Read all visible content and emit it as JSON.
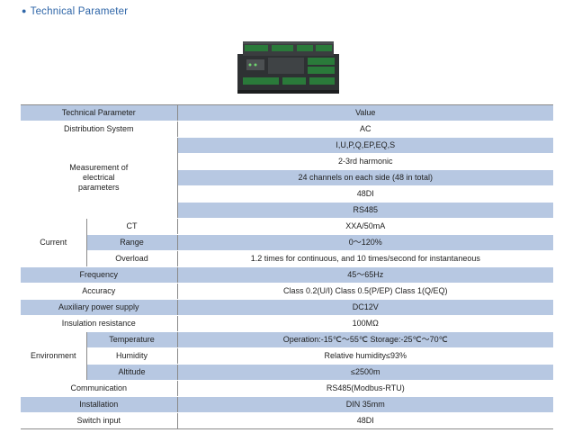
{
  "section": {
    "bullet": "●",
    "title": "Technical Parameter"
  },
  "image": {
    "alt": "AMC16 multi-circuit meter module"
  },
  "table": {
    "header": {
      "param": "Technical Parameter",
      "value": "Value"
    },
    "distribution_system": {
      "label": "Distribution System",
      "value": "AC"
    },
    "measurement": {
      "label": "Measurement of electrical parameters",
      "values": [
        "I,U,P,Q,EP,EQ,S",
        "2-3rd harmonic",
        "24 channels on each side (48 in total)",
        "48DI",
        "RS485"
      ]
    },
    "current": {
      "label": "Current",
      "rows": [
        {
          "sub": "CT",
          "value": "XXA/50mA"
        },
        {
          "sub": "Range",
          "value": "0～120%"
        },
        {
          "sub": "Overload",
          "value": "1.2 times for continuous, and 10 times/second for instantaneous"
        }
      ]
    },
    "frequency": {
      "label": "Frequency",
      "value": "45～65Hz"
    },
    "accuracy": {
      "label": "Accuracy",
      "value": "Class 0.2(U/I) Class 0.5(P/EP) Class 1(Q/EQ)"
    },
    "aux_power": {
      "label": "Auxiliary power supply",
      "value": "DC12V"
    },
    "insulation": {
      "label": "Insulation resistance",
      "value": "100MΩ"
    },
    "environment": {
      "label": "Environment",
      "rows": [
        {
          "sub": "Temperature",
          "value": "Operation:-15℃～55℃  Storage:-25℃～70℃"
        },
        {
          "sub": "Humidity",
          "value": "Relative humidity≤93%"
        },
        {
          "sub": "Altitude",
          "value": "≤2500m"
        }
      ]
    },
    "communication": {
      "label": "Communication",
      "value": "RS485(Modbus-RTU)"
    },
    "installation": {
      "label": "Installation",
      "value": "DIN 35mm"
    },
    "switch_input": {
      "label": "Switch input",
      "value": "48DI"
    }
  }
}
